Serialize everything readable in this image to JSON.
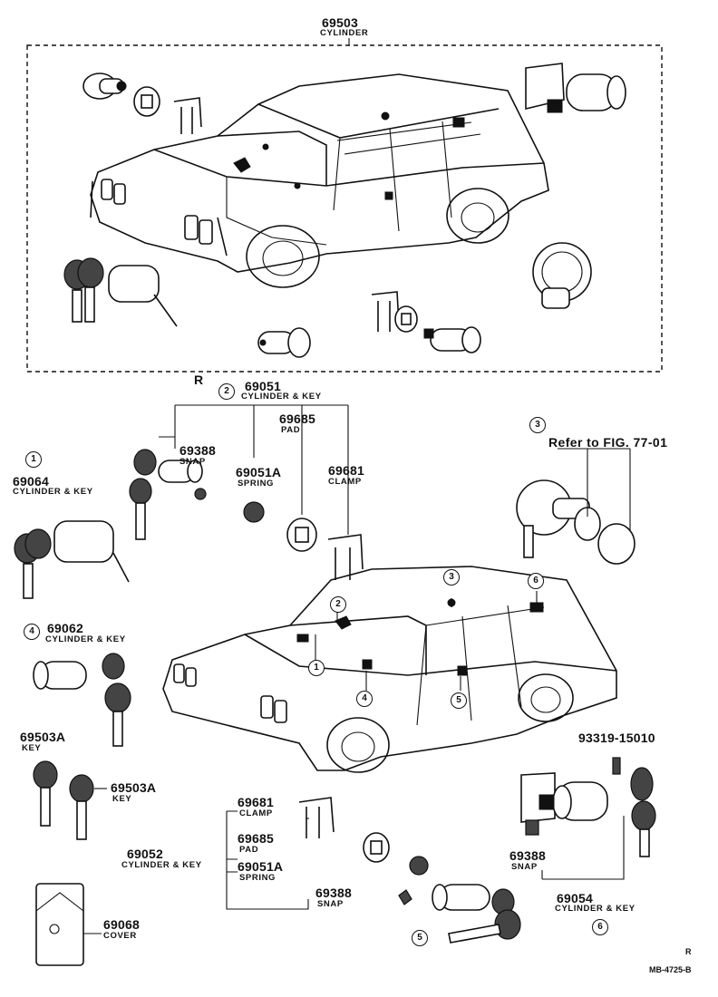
{
  "top": {
    "part_no": "69503",
    "name": "CYLINDER"
  },
  "section_mark": "R",
  "group2": {
    "marker": "2",
    "part_no": "69051",
    "name": "CYLINDER & KEY"
  },
  "group1": {
    "marker": "1",
    "part_no": "69064",
    "name": "CYLINDER & KEY"
  },
  "group3": {
    "marker": "3",
    "ref": "Refer to FIG. 77-01"
  },
  "group4": {
    "marker": "4",
    "part_no": "69062",
    "name": "CYLINDER & KEY"
  },
  "group5": {
    "marker": "5",
    "part_no": "69052",
    "name": "CYLINDER & KEY"
  },
  "group6": {
    "marker": "6",
    "part_no": "69054",
    "name": "CYLINDER & KEY"
  },
  "parts": {
    "snap_a": {
      "part_no": "69388",
      "name": "SNAP"
    },
    "spring_a": {
      "part_no": "69051A",
      "name": "SPRING"
    },
    "pad_a": {
      "part_no": "69685",
      "name": "PAD"
    },
    "clamp_a": {
      "part_no": "69681",
      "name": "CLAMP"
    },
    "key_a": {
      "part_no": "69503A",
      "name": "KEY"
    },
    "key_b": {
      "part_no": "69503A",
      "name": "KEY"
    },
    "bolt": {
      "part_no": "93319-15010"
    },
    "clamp_b": {
      "part_no": "69681",
      "name": "CLAMP"
    },
    "pad_b": {
      "part_no": "69685",
      "name": "PAD"
    },
    "spring_b": {
      "part_no": "69051A",
      "name": "SPRING"
    },
    "snap_b": {
      "part_no": "69388",
      "name": "SNAP"
    },
    "snap_c": {
      "part_no": "69388",
      "name": "SNAP"
    },
    "cover": {
      "part_no": "69068",
      "name": "COVER"
    }
  },
  "car_callouts": [
    "2",
    "1",
    "4",
    "3",
    "5",
    "6"
  ],
  "footer": {
    "mark": "R",
    "code": "MB-4725-B"
  }
}
